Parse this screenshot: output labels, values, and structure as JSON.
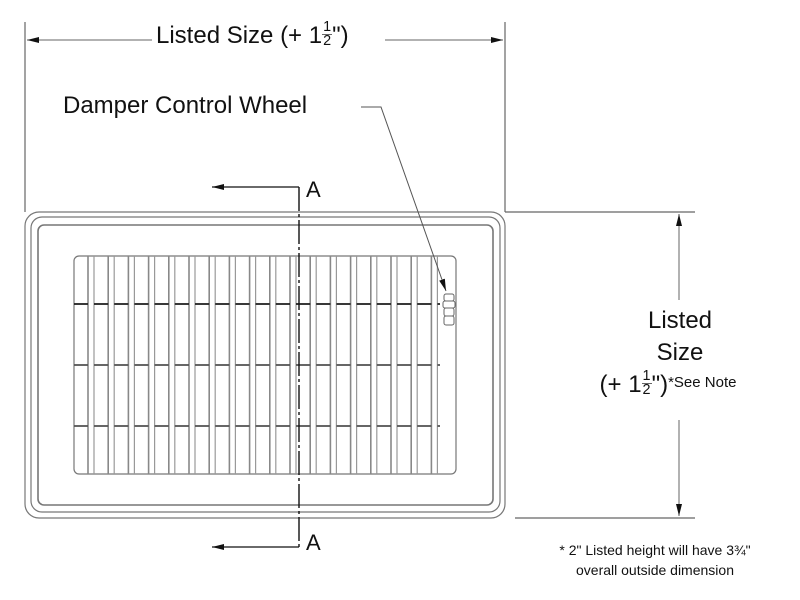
{
  "drawing": {
    "title": "Register grille dimension drawing",
    "top_dimension": {
      "text": "Listed Size (+ 1",
      "fraction_numerator": "1",
      "fraction_denominator": "2",
      "suffix": "\")"
    },
    "side_dimension": {
      "line1": "Listed",
      "line2": "Size",
      "line3_prefix": "(+ 1",
      "fraction_numerator": "1",
      "fraction_denominator": "2",
      "line3_suffix": "\")",
      "note_ref": "*See Note"
    },
    "callouts": {
      "damper": "Damper Control Wheel"
    },
    "section_marker": {
      "top": "A",
      "bottom": "A"
    },
    "note": {
      "line1": "* 2\" Listed height will have 3¾\"",
      "line2": "overall outside dimension"
    },
    "grille": {
      "vertical_bar_pairs": 18,
      "horizontal_rails": 3
    },
    "colors": {
      "line": "#555555",
      "line_dark": "#111111",
      "background": "#ffffff"
    }
  }
}
